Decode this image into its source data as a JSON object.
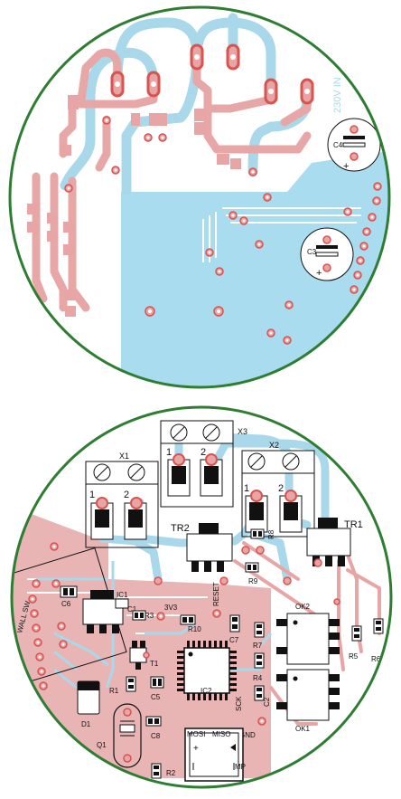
{
  "colors": {
    "board_outline": "#2e7d32",
    "top_copper": "#8fd0e8",
    "bottom_copper": "#e8a5a5",
    "pad_ring": "#d9534f",
    "drill": "#ffffff",
    "silkscreen": "#111111"
  },
  "top_board": {
    "power_label": "230V IN",
    "components": {
      "c4": "C4",
      "c3": "C3",
      "plus": "+"
    }
  },
  "bottom_board": {
    "connectors": {
      "x1": "X1",
      "x2": "X2",
      "x3": "X3",
      "pin1": "1",
      "pin2": "2"
    },
    "components": {
      "tr1": "TR1",
      "tr2": "TR2",
      "r9": "R9",
      "r8": "R8",
      "ic1": "IC1",
      "c6": "C6",
      "c1": "C1",
      "r3": "R3",
      "v3v3": "3V3",
      "reset": "RESET",
      "r10": "R10",
      "c7": "C7",
      "r7": "R7",
      "ok2": "OK2",
      "ok1": "OK1",
      "r5": "R5",
      "r6": "R6",
      "t1": "T1",
      "r1": "R1",
      "c5": "C5",
      "ic2": "IC2",
      "r4": "R4",
      "sck": "SCK",
      "c2": "C2",
      "d1": "D1",
      "q1": "Q1",
      "c8": "C8",
      "mosi": "MOSI",
      "miso": "MISO",
      "gnd": "GND",
      "r2": "R2",
      "mp": "MP",
      "wall_label": "WALL SW"
    }
  }
}
